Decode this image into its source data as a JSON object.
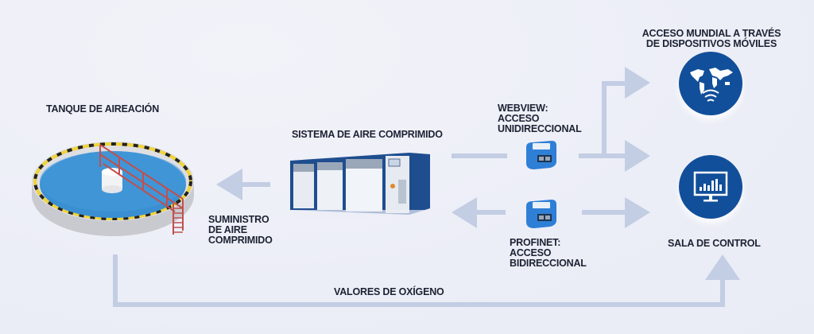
{
  "labels": {
    "aeration_tank": "TANQUE DE AIREACIÓN",
    "compressed_air_system": "SISTEMA DE AIRE COMPRIMIDO",
    "supply": [
      "SUMINISTRO",
      "DE AIRE",
      "COMPRIMIDO"
    ],
    "webview": [
      "WEBVIEW:",
      "ACCESO",
      "UNIDIRECCIONAL"
    ],
    "profinet": [
      "PROFINET:",
      "ACCESO",
      "BIDIRECCIONAL"
    ],
    "global_access": [
      "ACCESO MUNDIAL A TRAVÉS",
      "DE DISPOSITIVOS MÓVILES"
    ],
    "control_room": "SALA DE CONTROL",
    "oxygen_values": "VALORES DE OXÍGENO"
  },
  "icons": {
    "mobile": "world-map-wifi-icon",
    "control": "monitor-chart-icon",
    "device": "sensor-device-icon",
    "tank": "aeration-tank-icon",
    "compressor": "compressor-unit-icon"
  },
  "colors": {
    "arrow": "#c3cde3",
    "icon_circle": "#124f9a",
    "device_blue": "#2f7fd6",
    "water": "#3a8fd2",
    "railing": "#c0504d",
    "text": "#1c2233"
  }
}
